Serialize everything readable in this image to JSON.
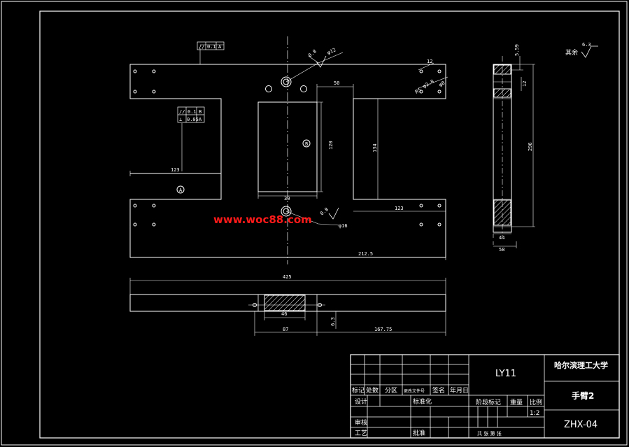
{
  "dimensions": {
    "d_50": "50",
    "d_120": "120",
    "d_134": "134",
    "d_123_left": "123",
    "d_123_right": "123",
    "d_30": "30",
    "d_212_5": "212.5",
    "d_425": "425",
    "d_46": "46",
    "d_87": "87",
    "d_167_75": "167.75",
    "d_6_3": "6.3",
    "d_12_top": "12",
    "d_5_59": "5.59",
    "d_12_side": "12",
    "d_296": "296",
    "d_44": "44",
    "d_58": "58",
    "d_phi12": "φ12",
    "d_phi16": "φ16",
    "d_phi8": "φ8",
    "d_phi2_8": "φ2.8",
    "d_r5": "R5"
  },
  "roughness": {
    "top_value": "0.8",
    "mid_value": "0.8",
    "general_label": "其余",
    "general_value": "6.3"
  },
  "tolerances": {
    "top_sym": "//",
    "top_val": "0.1",
    "top_ref": "A",
    "row1_sym": "//",
    "row1_val": "0.1",
    "row1_ref": "B",
    "row2_sym": "⊥",
    "row2_val": "0.05",
    "row2_ref": "A",
    "datum_a": "A",
    "datum_b": "B"
  },
  "watermark": "www.woc88.com",
  "title_block": {
    "material": "LY11",
    "university": "哈尔滨理工大学",
    "part_name": "手臂2",
    "drawing_no": "ZHX-04",
    "h_mark": "标记",
    "h_count": "处数",
    "h_zone": "分区",
    "h_doc": "更改文件号",
    "h_sign": "签名",
    "h_date": "年月日",
    "design": "设计",
    "standard": "标准化",
    "review": "审核",
    "process": "工艺",
    "approve": "批准",
    "stage": "阶段标记",
    "weight": "重量",
    "scale_label": "比例",
    "scale": "1:2",
    "sheets": "共 张 第 张"
  }
}
